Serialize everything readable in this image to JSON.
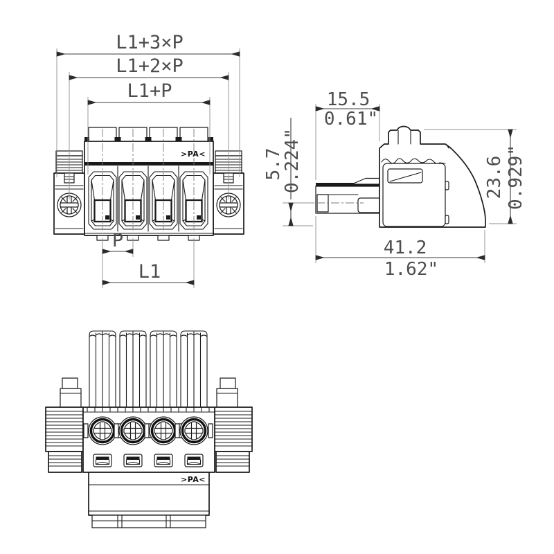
{
  "front_view": {
    "description": "front view of 4-pole pluggable terminal block with flange screws",
    "marking": ">PA<",
    "dims": {
      "overall": "L1+3×P",
      "middle": "L1+2×P",
      "inner": "L1+P",
      "pitch": "P",
      "span": "L1"
    }
  },
  "side_view": {
    "description": "side view with metric and inch dimensions",
    "dims": {
      "plug_mm": "15.5",
      "plug_in": "0.61\"",
      "axis_mm": "5.7",
      "axis_in": "0.224\"",
      "height_mm": "23.6",
      "height_in": "0.929\"",
      "length_mm": "41.2",
      "length_in": "1.62\""
    }
  },
  "rear_view": {
    "description": "rear view with conductors and wire-clamp screws",
    "marking": ">PA<"
  },
  "colors": {
    "line": "#1a1a1a",
    "dimension": "#3d3d3d",
    "extension": "#8f8f8f",
    "text": "#4d4d4d",
    "background": "#ffffff"
  }
}
